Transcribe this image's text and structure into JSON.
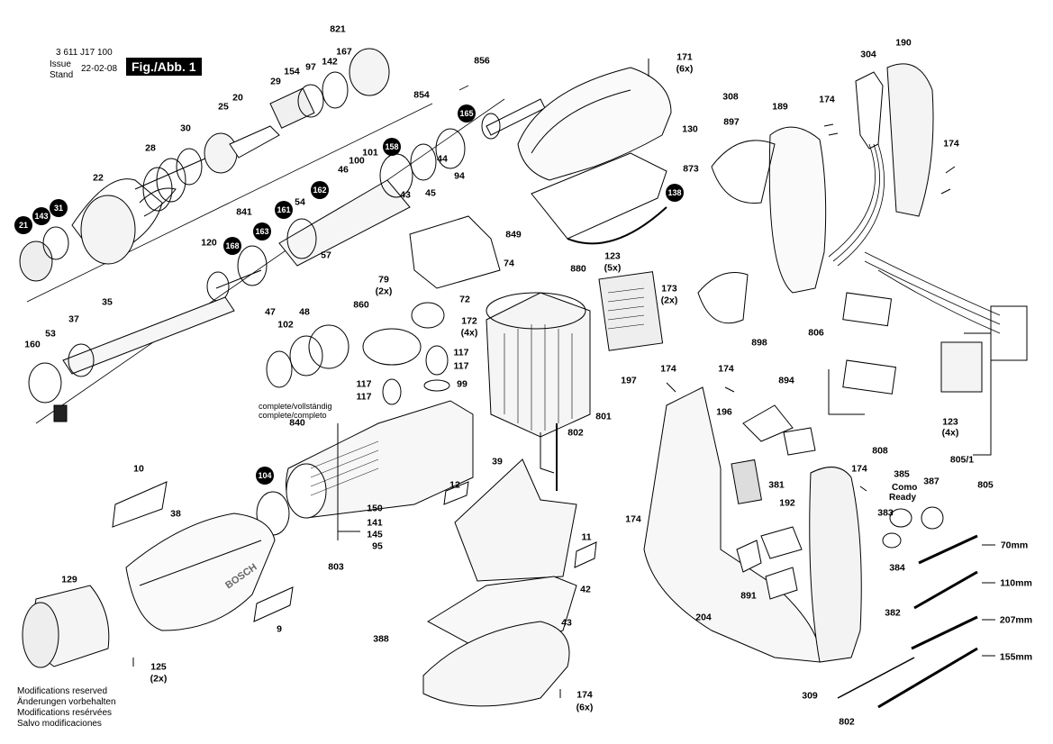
{
  "header": {
    "part_number": "3 611 J17 100",
    "issue_label": "Issue",
    "stand_label": "Stand",
    "date": "22-02-08",
    "figure": "Fig./Abb. 1"
  },
  "notes": {
    "complete": [
      "complete/vollständig",
      "complete/completo"
    ],
    "como_ready": [
      "Como",
      "Ready"
    ],
    "footer": [
      "Modifications reserved",
      "Änderungen vorbehalten",
      "Modifications resérvées",
      "Salvo modificaciones"
    ],
    "brand": "BOSCH"
  },
  "labels": [
    "821",
    "167",
    "142",
    "97",
    "154",
    "29",
    "20",
    "25",
    "30",
    "28",
    "22",
    "856",
    "854",
    "165",
    "101",
    "158",
    "100",
    "46",
    "44",
    "94",
    "45",
    "43",
    "162",
    "54",
    "161",
    "841",
    "168",
    "163",
    "120",
    "57",
    "35",
    "37",
    "160",
    "53",
    "171",
    "(6x)",
    "308",
    "304",
    "190",
    "174",
    "189",
    "897",
    "130",
    "873",
    "138",
    "849",
    "74",
    "79",
    "(2x)",
    "72",
    "880",
    "123",
    "(5x)",
    "173",
    "(2x)",
    "898",
    "860",
    "47",
    "102",
    "48",
    "172",
    "(4x)",
    "117",
    "117",
    "117",
    "117",
    "99",
    "806",
    "840",
    "197",
    "174",
    "174",
    "894",
    "196",
    "381",
    "192",
    "801",
    "802",
    "39",
    "12",
    "150",
    "141",
    "145",
    "95",
    "803",
    "10",
    "38",
    "129",
    "125",
    "(2x)",
    "9",
    "11",
    "42",
    "388",
    "43",
    "174",
    "(6x)",
    "174",
    "204",
    "891",
    "808",
    "385",
    "387",
    "383",
    "384",
    "70mm",
    "382",
    "110mm",
    "207mm",
    "155mm",
    "309",
    "802",
    "123",
    "(4x)",
    "805/1",
    "805",
    "174",
    "174",
    "31",
    "143",
    "21"
  ],
  "badges": [
    "21",
    "143",
    "31",
    "162",
    "161",
    "168",
    "163",
    "165",
    "158",
    "138",
    "104"
  ],
  "cable_lengths": [
    "70mm",
    "110mm",
    "207mm",
    "155mm"
  ]
}
